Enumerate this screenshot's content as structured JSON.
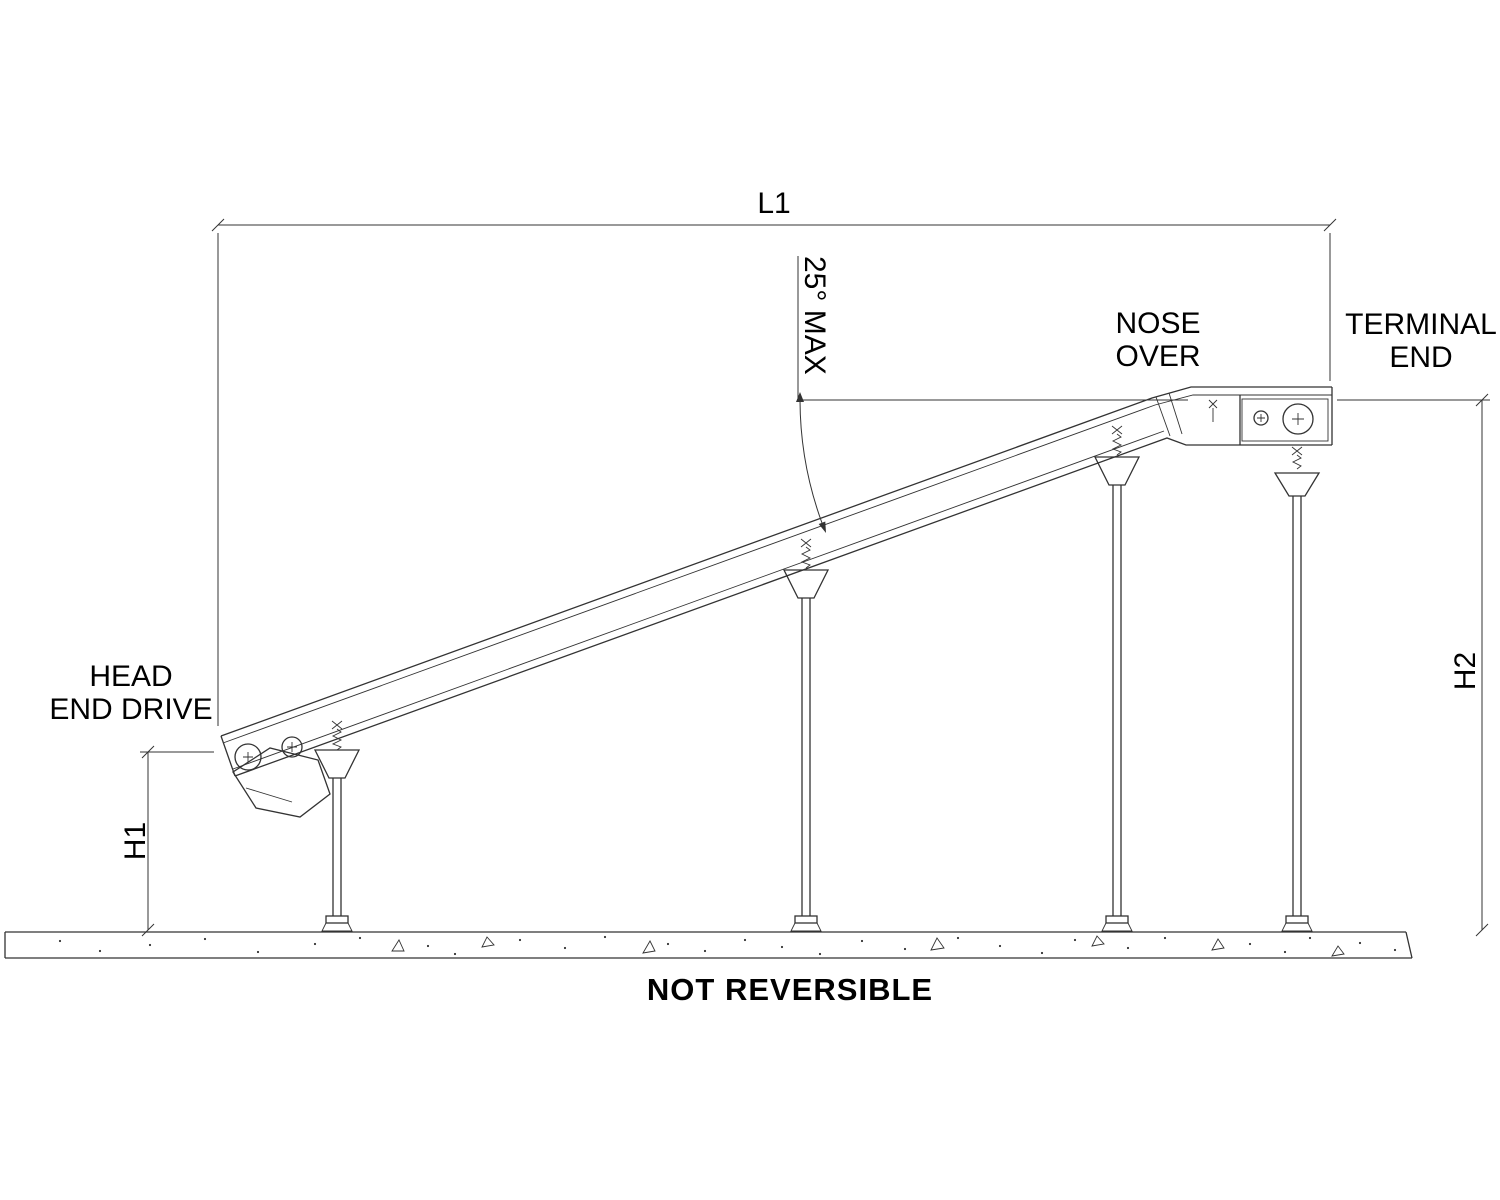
{
  "labels": {
    "l1": "L1",
    "angle_max": "25° MAX",
    "nose_over": {
      "line1": "NOSE",
      "line2": "OVER"
    },
    "terminal_end": {
      "line1": "TERMINAL",
      "line2": "END"
    },
    "head_end_drive": {
      "line1": "HEAD",
      "line2": "END DRIVE"
    },
    "h1": "H1",
    "h2": "H2",
    "not_reversible": "NOT REVERSIBLE"
  },
  "colors": {
    "line": "#333333",
    "text": "#000000",
    "background": "#ffffff"
  }
}
